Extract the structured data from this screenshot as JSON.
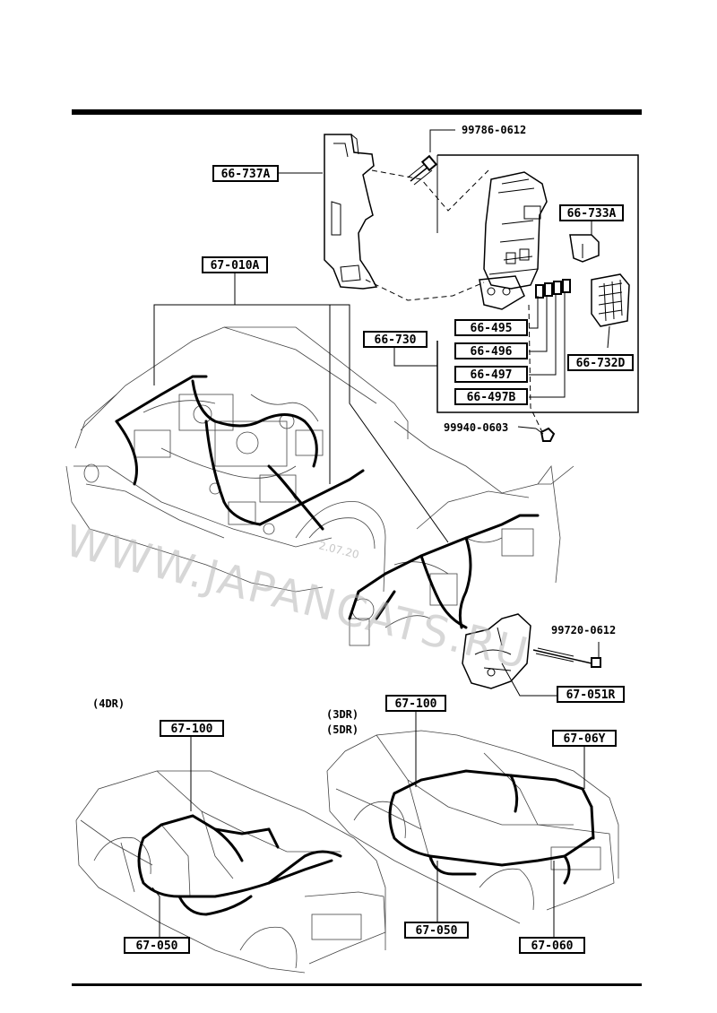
{
  "parts": {
    "bracket": "66-737A",
    "bolt_top": "99786-0612",
    "fuse_relay": "66-733A",
    "harness_front": "67-010A",
    "junction_box": "66-730",
    "fuse_a": "66-495",
    "fuse_b": "66-496",
    "fuse_c": "66-497",
    "fuse_d": "66-497B",
    "cover": "66-732D",
    "nut": "99940-0603",
    "bolt_dash": "99720-0612",
    "dash_harness": "67-051R",
    "body_harness_4dr": "67-100",
    "floor_harness_4dr": "67-050",
    "body_harness_hb": "67-100",
    "tailgate_harness": "67-06Y",
    "floor_harness_hb": "67-050",
    "rear_harness_hb": "67-060"
  },
  "variants": {
    "sedan": "(4DR)",
    "hatch_3dr": "(3DR)",
    "hatch_5dr": "(5DR)"
  },
  "watermark": {
    "main": "WWW.JAPANCATS.RU",
    "date": "2.07.20"
  }
}
